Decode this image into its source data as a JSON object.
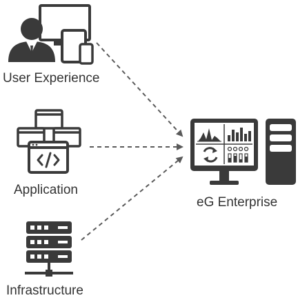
{
  "nodes": {
    "user_experience": {
      "label": "User Experience"
    },
    "application": {
      "label": "Application"
    },
    "infrastructure": {
      "label": "Infrastructure"
    },
    "eg_enterprise": {
      "label": "eG Enterprise"
    }
  },
  "colors": {
    "icon": "#3a3a3a",
    "arrow": "#5a5a5a",
    "text": "#333333"
  },
  "icons": [
    "user-devices-icon",
    "application-windows-icon",
    "server-rack-icon",
    "monitoring-workstation-icon"
  ]
}
